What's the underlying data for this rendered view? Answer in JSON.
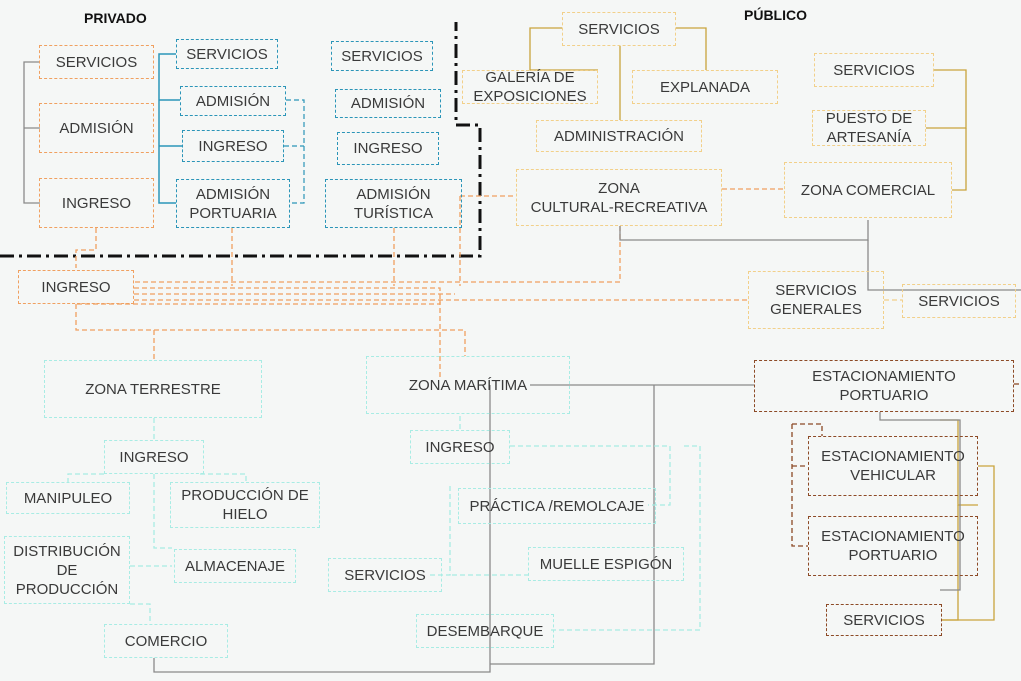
{
  "sections": {
    "private": "PRIVADO",
    "public": "PÚBLICO"
  },
  "private": {
    "col1": {
      "services": "SERVICIOS",
      "admission": "ADMISIÓN",
      "entry": "INGRESO"
    },
    "col2": {
      "services": "SERVICIOS",
      "admission": "ADMISIÓN",
      "entry": "INGRESO",
      "port_admission": "ADMISIÓN\nPORTUARIA"
    },
    "col3": {
      "services": "SERVICIOS",
      "admission": "ADMISIÓN",
      "entry": "INGRESO",
      "tourist_admission": "ADMISIÓN\nTURÍSTICA"
    },
    "main_entry": "INGRESO"
  },
  "public": {
    "cultural": {
      "services": "SERVICIOS",
      "gallery": "GALERÍA DE\nEXPOSICIONES",
      "esplanade": "EXPLANADA",
      "administration": "ADMINISTRACIÓN",
      "zone": "ZONA\nCULTURAL-RECREATIVA"
    },
    "commercial": {
      "services": "SERVICIOS",
      "crafts": "PUESTO DE\nARTESANÍA",
      "zone": "ZONA COMERCIAL"
    },
    "general_services": "SERVICIOS\nGENERALES",
    "general_services_sub": "SERVICIOS"
  },
  "land": {
    "zone": "ZONA TERRESTRE",
    "entry": "INGRESO",
    "handling": "MANIPULEO",
    "ice": "PRODUCCIÓN DE\nHIELO",
    "distribution": "DISTRIBUCIÓN\nDE\nPRODUCCIÓN",
    "storage": "ALMACENAJE",
    "commerce": "COMERCIO"
  },
  "maritime": {
    "zone": "ZONA MARÍTIMA",
    "entry": "INGRESO",
    "practice": "PRÁCTICA /REMOLCAJE",
    "services": "SERVICIOS",
    "pier": "MUELLE ESPIGÓN",
    "landing": "DESEMBARQUE"
  },
  "parking": {
    "port_parking": "ESTACIONAMIENTO\nPORTUARIO",
    "vehicular": "ESTACIONAMIENTO\nVEHICULAR",
    "port_parking_2": "ESTACIONAMIENTO\nPORTUARIO",
    "services": "SERVICIOS"
  },
  "colors": {
    "private_service": "#f0a060",
    "private_admission": "#2b95b8",
    "public": "#f2d08a",
    "operational": "#a8ece4",
    "parking": "#8c4a26",
    "divider": "#111111",
    "connector_gray": "#8a8a8a",
    "connector_gold": "#c9a43c"
  }
}
